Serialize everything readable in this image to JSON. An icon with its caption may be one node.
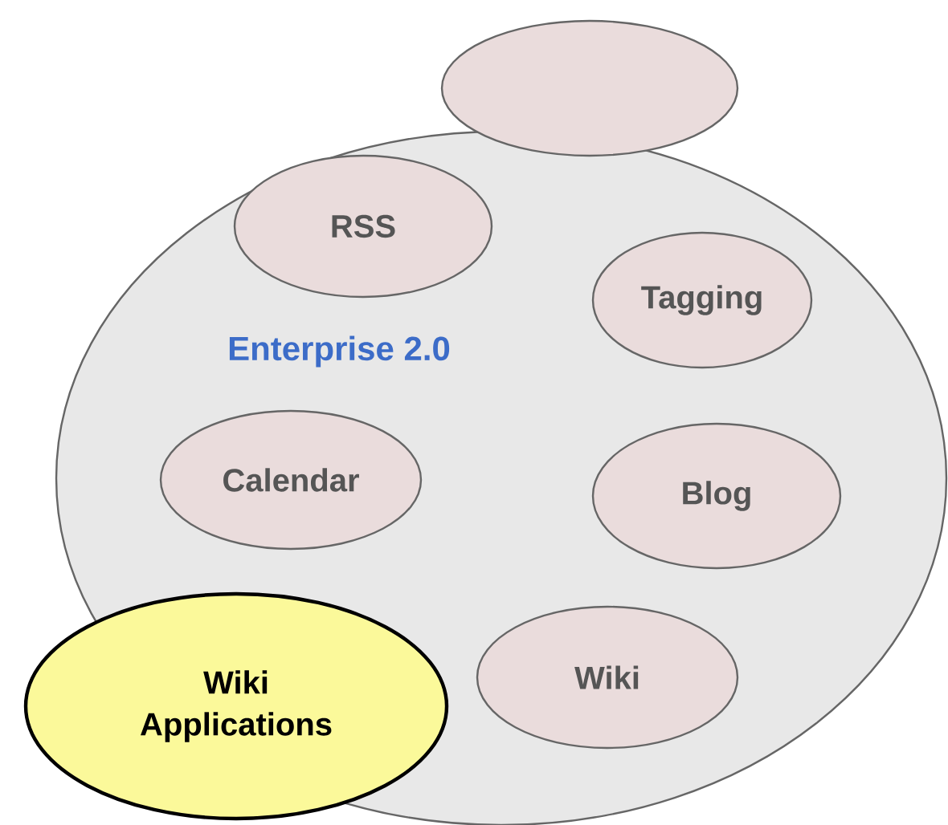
{
  "diagram": {
    "nodes": [
      {
        "text": [
          "Enterprise 2.0"
        ]
      },
      {
        "text": [],
        "shape": "ellipse"
      },
      {
        "text": [
          "RSS"
        ],
        "in": 0
      },
      {
        "text": [
          "Tagging"
        ],
        "in": 0
      },
      {
        "text": [
          "Calendar"
        ],
        "in": 0
      },
      {
        "text": [
          "Blog"
        ],
        "in": 0
      },
      {
        "text": [
          "Wiki"
        ],
        "in": 0
      },
      {
        "text": [
          "Wiki Applications"
        ]
      }
    ]
  }
}
